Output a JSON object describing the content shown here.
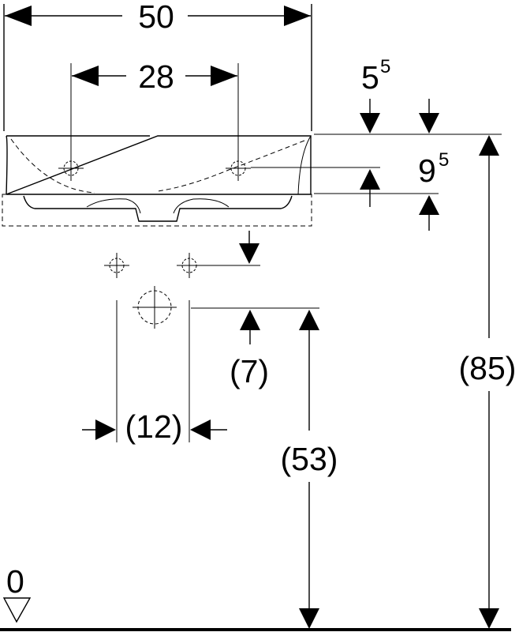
{
  "dimensions": {
    "total_width": "50",
    "hole_spacing": "28",
    "top_offset_main": "5",
    "top_offset_sup": "5",
    "rim_height_main": "9",
    "rim_height_sup": "5",
    "drain_offset": "(7)",
    "drain_width": "(12)",
    "drain_height": "(53)",
    "total_height": "(85)",
    "floor_level": "0"
  }
}
